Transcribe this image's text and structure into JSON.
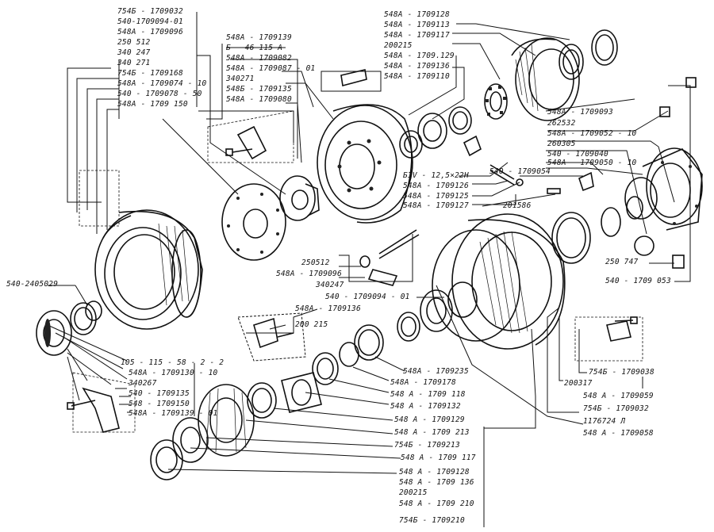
{
  "labels": {
    "tl0": "754Б - 1709032",
    "tl1": "540-1709094-01",
    "tl2": "548А - 1709096",
    "tl3": "250 512",
    "tl4": "340 247",
    "tl5": "340 271",
    "tl6": "754Б - 1709168",
    "tl7": "548А - 1709074 - 10",
    "tl8": "540 - 1709078 - 50",
    "tl9": "548А - 1709 150",
    "tm0": "548А - 1709139",
    "tm1": "Б - 46 115 А",
    "tm2": "548А - 1709082",
    "tm3": "548А - 1709087 - 01",
    "tm4": "340271",
    "tm5": "548Б - 1709135",
    "tm6": "548А - 1709080",
    "tr0": "548А - 1709128",
    "tr1": "548А - 1709113",
    "tr2": "548А - 1709117",
    "tr3": "200215",
    "tr4": "548А - 1709.129",
    "tr5": "548А - 1709136",
    "tr6": "548А - 1709110",
    "rr0": "548А - 1709093",
    "rr1": "262532",
    "rr2": "548А - 1709052 - 10",
    "rr3": "260305",
    "rr4": "540 - 1709040",
    "rr5": "548А - 1709050 - 10",
    "mm0": "БIV - 12,5×22Н",
    "mm1": "548А - 1709126",
    "mm2": "548А - 1709125",
    "mm3": "548А - 1709127",
    "mm4": "540 - 1709054",
    "mm5": "201586",
    "rs0": "250 747",
    "rs1": "540 - 1709 053",
    "cl0": "250512",
    "cl1": "548А - 1709096",
    "cl2": "340247",
    "cl3": "540 - 1709094 - 01",
    "cl4": "548А - 1709136",
    "cl5": "200 215",
    "lf0": "540-2405029",
    "bl0": "105 - 115 - 58 - 2 - 2",
    "bl1": "548А - 1709130 - 10",
    "bl2": "340267",
    "bl3": "540 - 1709135",
    "bl4": "548 - 1709150",
    "bl5": "548А - 1709139 - 01",
    "bc0": "548А - 1709235",
    "bc1": "548А - 1709178",
    "bc2": "548 А - 1709 118",
    "bc3": "548 А - 1709132",
    "bc4": "548 А - 1709129",
    "bc5": "548 А - 1709 213",
    "bc6": "754Б - 1709213",
    "bc7": "548 А - 1709 117",
    "bc8": "548 А - 1709128",
    "bc9": "548 А - 1709 136",
    "bc10": "200215",
    "bc11": "548 А - 1709 210",
    "bc12": "754Б - 1709210",
    "br0": "754Б - 1709038",
    "br1": "200317",
    "br2": "548 А - 1709059",
    "br3": "754Б - 1709032",
    "br4": "1176724 Л",
    "br5": "548 А - 1709058"
  }
}
